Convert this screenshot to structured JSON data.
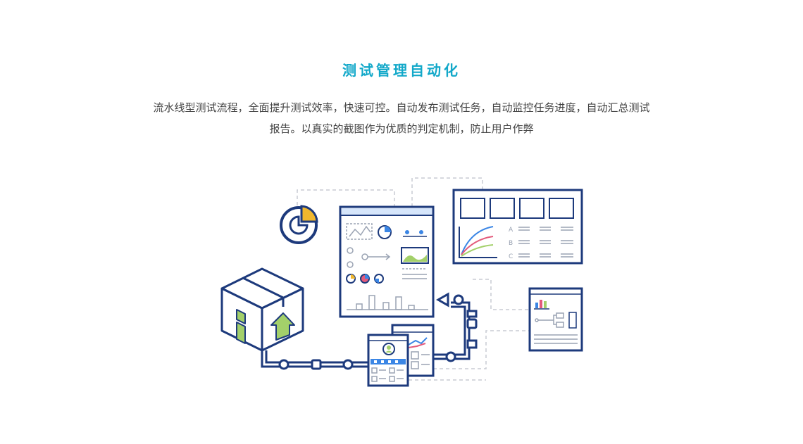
{
  "section": {
    "title": "测试管理自动化",
    "description_line1": "流水线型测试流程，全面提升测试效率，快速可控。自动发布测试任务，自动监控任务进度，自动汇总测试",
    "description_line2": "报告。以真实的截图作为优质的判定机制，防止用户作弊"
  },
  "illustration": {
    "legend_labels": [
      "A",
      "B",
      "C"
    ],
    "colors": {
      "title": "#12a8c9",
      "outline": "#1d3a7c",
      "accent_blue": "#3b86e5",
      "accent_green": "#a3d06a",
      "accent_yellow": "#f0b72e",
      "accent_pink": "#e35b7c",
      "dashed": "#c8ccd4"
    }
  }
}
